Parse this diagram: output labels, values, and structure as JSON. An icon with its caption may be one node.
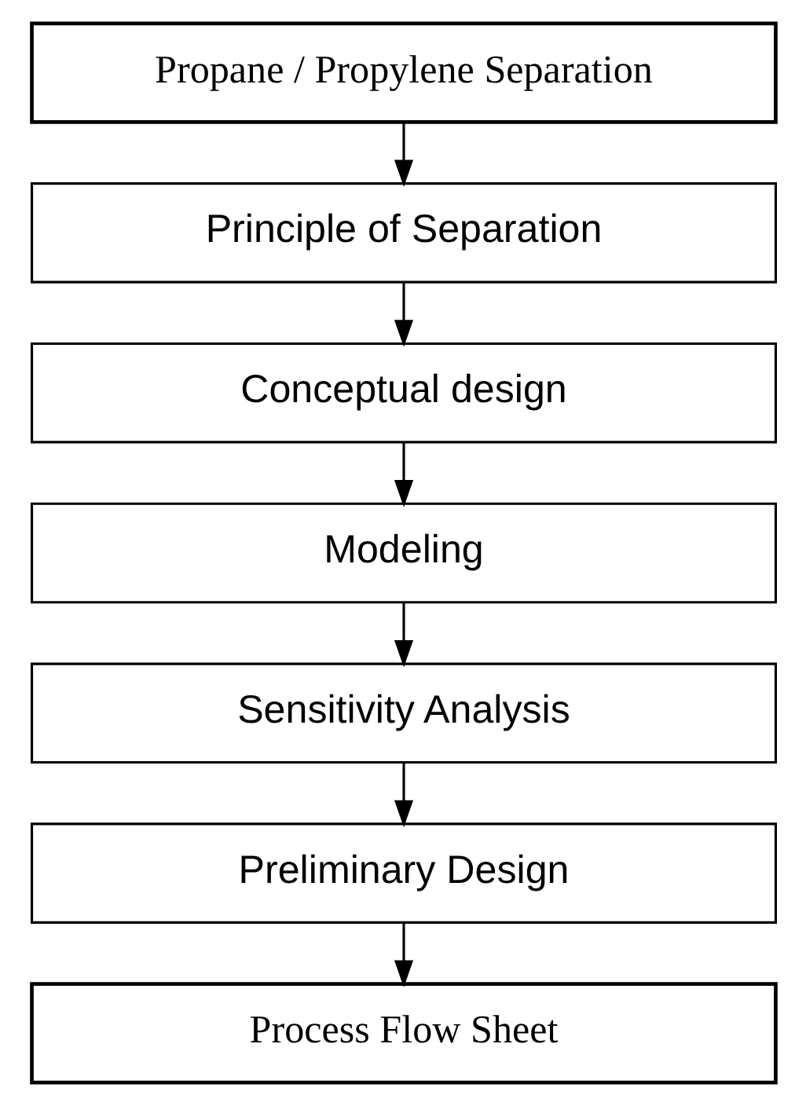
{
  "diagram": {
    "nodes": [
      {
        "text": [
          "Propane / Propylene Separation"
        ]
      },
      {
        "text": [
          "Principle of Separation"
        ]
      },
      {
        "text": [
          "Conceptual design"
        ]
      },
      {
        "text": [
          "Modeling"
        ]
      },
      {
        "text": [
          "Sensitivity Analysis"
        ]
      },
      {
        "text": [
          "Preliminary Design"
        ]
      },
      {
        "text": [
          "Process Flow Sheet"
        ]
      }
    ],
    "edges": [
      {
        "from": 0,
        "to": 1,
        "arrow": "to"
      },
      {
        "from": 1,
        "to": 2,
        "arrow": "to"
      },
      {
        "from": 2,
        "to": 3,
        "arrow": "to"
      },
      {
        "from": 3,
        "to": 4,
        "arrow": "to"
      },
      {
        "from": 4,
        "to": 5,
        "arrow": "to"
      },
      {
        "from": 5,
        "to": 6,
        "arrow": "to"
      }
    ]
  }
}
